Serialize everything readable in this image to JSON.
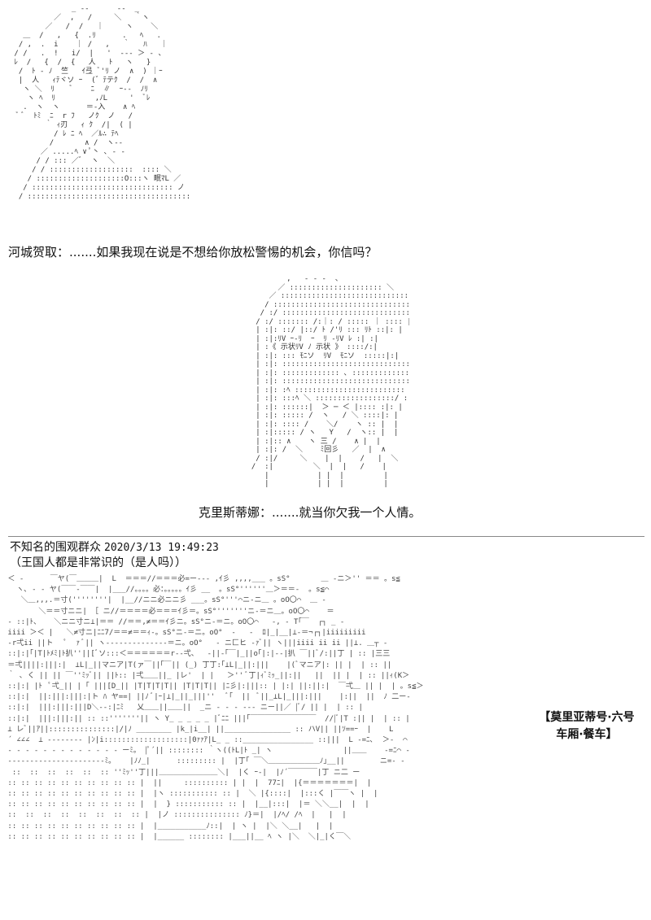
{
  "art": {
    "kawashiro": "              _ -‐ ￣ ￣ ‐-  _\n          ／  ,   /     ＼   ｀ヽ\n        ／   /  /   ｜     ヽ    ＼\n   ＿  /   ,   {  .ﾘ      .   ﾍ   .\n  / ,  .  i    ｜ /   ,   ｀   ﾊ   ｜\n / /   .  !   i/  |   '  --‐ ＞ ‐ 、\n ﾚ  /   {  /  {   人   ﾄ   ヽ   }\n  /  ﾄ - ﾉ  竺   ｲ弖 ﾞ'ﾘ ノ  ∧  ) ｜ｰ\n  |  人   ｨﾃヾソ ｰ  (゛ﾃテｸ  /  /  ∧\n   ヽ ＼  ﾘ    ﾞ    ﾆ  ∥  ｰ-‐  ﾉﾘ\n    ヽ ﾍ  ﾘ         ,ﾉL     '  ﾞﾚ\n   .  ヽ  ヽ      ＝-入    ∧ ﾍ\n  ﾞ ﾞ  ﾄﾐ  ﾆ  r ﾌ   ノｸ  ノ   /\n        ｀ ｨ刃   ｨ ｸ  /|  ( |\n          / ﾚ ﾆ ﾍ  ／ﾙ∴ ﾃﾍ\n         /       ∧ /  ヽ-‐\n       ／ .....ﾍ ∨ ﾟ丶 ､ ‐ -\n      / / ::: ／ﾞ  ヽ  ＼\n     / / :::::::::::::::::::  :::: ＼\n    / ::::::::::::::::::::O:::ヽ 眠ﾏL ／\n   / :::::::::::::::::::::::::::::::: ノ\n  / ::::::::::::::::::::::::::::::::::::: ×",
    "christina": "          ,   ‐ ‐ -  、\n        ／ ::::::::::::::::::::: ＼\n      ／ ::::::::::::::::::::::::::::::: ＼\n     / :::::::::::::::::::::::::::::::::::::: ヽ\n    / :/ ::::::::::::::::::::::::::::::::: :ヽ ヽ\n   / :/ ::::::: /:｜: / ::::: ｜ :::: |\n   | :|: ::/ |::/ ﾄ /'ﾘ ::: ﾘﾄ ::|: |\n   | :|:ﾘV ｰ‐ﾘ  ｰ  ﾘ ‐ﾘV ﾚ :| :|\n   | :《 示状ﾘV ﾉ 示状 》 ::::/:|\n   | :|: ::: ﾓﾆソ  ﾘV  ﾓﾆソ  :::::|:|\n   | :|: ::::::::::::::::::::::::::::::::::::|:|\n   | :|: ::::::::::::: ､ ::::::::::::: ﾉ:|:|\n   | :|: :::::::::::::::::::::::::::::::: /:|:|\n   | :|: :ﾍ :::::::::::::::::::::::::  / :|: |\n   | :|: :::ﾍ ＼ ::::::::::::::::::/ :|: |\n   | :|: ::::::|  ＞ ─ ＜ |:::: :|: |\n   | :|: ::::: /  ヽ   / ＼ ::::|: |\n   | :|: :::: /    ＼/    ヽ :: |  |\n   | :|::::: / ヽ   Y   /  ヽ:: |  |\n   | :|:: ∧    ヽ 三 /    ∧ |  |\n   | :|: /  ＼    ﾐ回彡   ／  |  ∧\n   / :|/     ＼    |  |    /   |  ＼\n  /  :|         ＼  |  |   /    |\n     |           | |  |         |\n     |           | |  |         |",
    "railcar": " ＜ ‐      ￣ヤ(￣＿＿＿|  L  ＝＝＝//＝＝＝必=ー‐‐‐ ,ｲ彡 ,,,,___ 。sS°       ＿ -ニ＞'' ＝＝ 。s≦\n   ヽ､ ‐ ‐ ヤ(￣￣‐￣￣|  |___//。。。。必：。。。。。ｲ彡 __  。sS°''''''＿＞＝＝-  。s≦⌒\n    ＼＿,,,.＝寸(''''''''|  |__//ニニ必ニニ彡 ___。sS°'''⌒ニ-ニ＿ 。oO〇⌒  ＿ ‐\n        ＼＝＝寸ニニ| ［ ニ//＝＝＝＝必＝＝＝ｲ彡＝。sS°'''''''ニ-＝ニ＿。oO〇⌒    ＝\n ‐ ::|ﾄ、   ＼ニニ寸ニ⊥|＝＝ //＝＝,≠＝＝ｲ彡ニ。sS°ニ-＝ニ。oO〇⌒   -, ‐ T｢￣  ┌┐ _ -\n iiii ＞＜ |   ＼≠寸ニ|ﾆﾆ7/＝＝≠＝＝ｨ-。sS°ニ-＝ニ。oO°  ‐   ‐  ﾛ|_|__|⊥‐＝¬┌┐|iiiiiiiii\n -r弌ii ||ト   ﾟ  ｧ ﾞ|| ヽ‐‐‐‐‐‐‐‐‐‐‐‐‐‐＝ニ。oO°   ‐ ニ匚ヒ ‐ｧﾞ|| ヽ|||iiii ii ii ||⊥. ＿┬ ‐\n ::|:|｢|T|ﾄﾒﾐ|ﾄ扒''||[ﾞソ:::＜＝＝＝＝＝＝r‐‐弌、  -||-｢￣|_||o｢|:|-‐|扒 ￣||ﾞ/:||丁 | :: |三三\n ＝弌||||:|||:|  ⊥L|_||マニア|T(ァ￣||｢￣|| (_) 丁丁:｢⊥L|_||:|||    |(ﾞマニア|: || |  | :: ||\n ｀ ､ く || || ￣''ﾐｯﾞ|| ||ﾄ:: |弌＿＿||_ |レ'  | |   ＞'' ﾞ丁|ｨﾞﾐｯ_||:||   ||  || |  | :: ||ｨ(K＞\n ::|:| |ﾄ  ﾟ弌_|| | ｢ |||[D_|| |T|T|T|T|| |T|T|T|| |ﾆ彡|:|||:: | |:| ||:||:|  ￣弌＿ || |  | 。s≦＞\n ::|:|  ||:|||:|||:|ト ﾊ ヤ==| ||ﾉ ﾞ|ｰ|⊥|_||_|||''   ﾞ｢  ||  ﾞ||_⊥L|_|||:|||    |:||  ||  ﾉ 二ー‐\n ::|:|  |||:|||:|||D＼‐‐:|ﾆﾐ   乂＿＿||＿＿||  _ニ ‐ ‐ ‐ ‐‐‐ ニー||／ |ﾞ/ || |  | :: |\n ::|:|  |||:|||:|| :: ::'''''''|| ヽ Y_ _ _ _ _ |ﾞﾆﾆ |||｢￣￣￣￣￣￣￣￣￣  //|ﾞ|T :|| |  | :: |\n ⊥ レﾞ||ｱ||:::::::::::::::|/|ﾉ ________ |k_|i__| ||_______________ :: ハV|| ||ｿ==ｰ  |    L\n ´ ∠∠∠  ⊥ ‐‐‐‐‐‐‐‐ |ﾝ|i:::::::::::::::::::|0ｧｧｱ|L_ _ ::________________ ::|||  L ‐=ﾆ､  ＞‐  ⌒\n ‐ ‐ ‐ ‐ ‐ ‐ ‐ ‐ ‐ ‐ ‐ ‐ ‐ ーﾐ。 |ﾟ´|| :::::::: ｀ヽ((ﾄL|ﾄ _| ヽ                ||＿＿    ‐=ﾆ⌒ ‐\n ‐‐‐‐‐‐‐‐‐‐‐‐‐‐‐‐‐‐‐‐‐‐ﾐ｡    |ﾉﾉ_|      ::::::::: |  |丁｢ ￣＼＿＿＿＿＿＿＿ﾉ｣__||        ニ=‐ ‐\n  ::  ::  ::  ::  ::  :: ''ﾐｯ''丁|||＿＿＿＿＿＿＿＿＼|  |く ｰ‐|  |ﾉ´￣￣￣￣|丁 ニ二 ー\n :: :: :: :: :: :: :: :: :: :: |  ||     :::::::::: | |  |  77ﾆ|  |{＝＝＝＝＝＝＝|  |\n :: :: :: :: :: :: :: :: :: :: |  |ヽ ::::::::::: :: |  ＼ |{::::|  |:::く |￣￣ヽ |  |\n :: :: :: :: :: :: :: :: :: :: |  |  } ::::::::::: :: |  |__|:::|  |＝ ＼＼__|  |  |\n ::  ::  ::  ::  ::  ::  ::  :: |  |ノ ::::::::::::::: ﾉ}＝|  |/ﾍ/ /ﾍ  |   |  |\n :: :: :: :: :: :: :: :: :: :: |  |___________ﾉ::|  | ヽ |  |＼ ＼__|   |  |\n :: :: :: :: :: :: :: :: :: :: |  |______ :::::::: |___||__ ﾍ ヽ |＼  ＼|_|く￣＼"
  },
  "dialogue": [
    {
      "speaker": "河城贺取",
      "separator": "：.......",
      "text": "如果我现在说是不想给你放松警惕的机会，你信吗？"
    },
    {
      "speaker": "克里斯蒂娜",
      "separator": "：.......",
      "text": "就当你欠我一个人情。"
    }
  ],
  "comment": {
    "author": "不知名的围观群众",
    "timestamp": "2020/3/13 19:49:23",
    "text": "（王国人都是非常识的（是人吗））"
  },
  "location": {
    "line1": "【莫里亚蒂号·六号",
    "line2": "车厢·餐车】"
  }
}
